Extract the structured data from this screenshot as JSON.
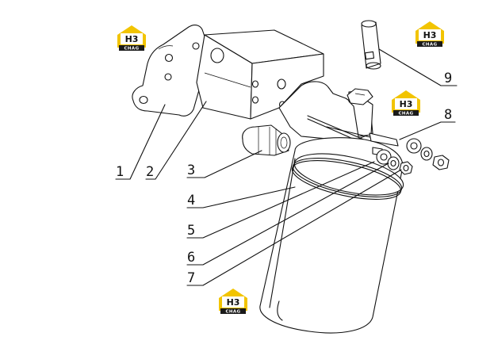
{
  "callouts": [
    {
      "id": "1",
      "label": "1"
    },
    {
      "id": "2",
      "label": "2"
    },
    {
      "id": "3",
      "label": "3"
    },
    {
      "id": "4",
      "label": "4"
    },
    {
      "id": "5",
      "label": "5"
    },
    {
      "id": "6",
      "label": "6"
    },
    {
      "id": "7",
      "label": "7"
    },
    {
      "id": "8",
      "label": "8"
    },
    {
      "id": "9",
      "label": "9"
    }
  ],
  "watermark": {
    "mark": "H3",
    "text": "CHAG",
    "colors": {
      "roof": "#f2c400",
      "plate": "#1a1a1a"
    }
  }
}
